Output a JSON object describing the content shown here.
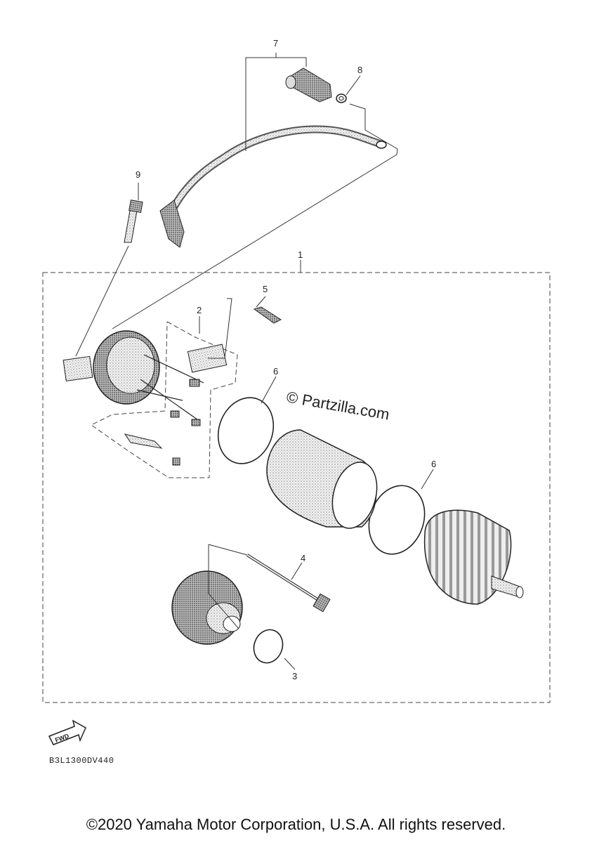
{
  "diagram": {
    "callouts": {
      "c1": "1",
      "c2": "2",
      "c3": "3",
      "c4": "4",
      "c5": "5",
      "c6a": "6",
      "c6b": "6",
      "c7": "7",
      "c8": "8",
      "c9": "9"
    },
    "watermark": "© Partzilla.com",
    "fwd_badge": "FWD",
    "diagram_code": "B3L1300DV440"
  },
  "footer": {
    "copyright": "©2020 Yamaha Motor Corporation, U.S.A. All rights reserved."
  }
}
